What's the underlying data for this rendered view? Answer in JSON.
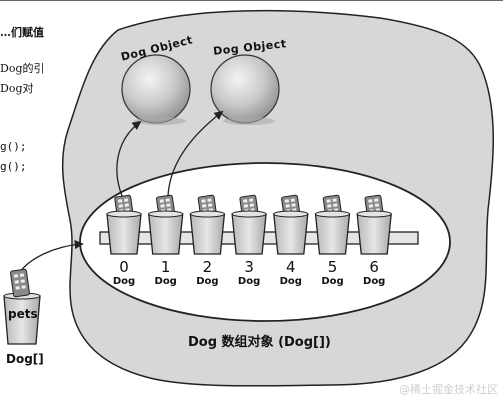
{
  "left_text": {
    "line1": "…们赋值",
    "line2": "Dog的引",
    "line3": "Dog对",
    "line4": "g();",
    "line5": "g();"
  },
  "dog_objects": [
    {
      "label": "Dog Object"
    },
    {
      "label": "Dog Object"
    }
  ],
  "array": {
    "caption": "Dog 数组对象 (Dog[])",
    "elements": [
      {
        "index": "0",
        "type": "Dog"
      },
      {
        "index": "1",
        "type": "Dog"
      },
      {
        "index": "2",
        "type": "Dog"
      },
      {
        "index": "3",
        "type": "Dog"
      },
      {
        "index": "4",
        "type": "Dog"
      },
      {
        "index": "5",
        "type": "Dog"
      },
      {
        "index": "6",
        "type": "Dog"
      }
    ]
  },
  "reference": {
    "name": "pets",
    "type": "Dog[]"
  },
  "watermark": "@稀土掘金技术社区",
  "colors": {
    "blob": "#d7d7d7",
    "ellipse": "#ffffff",
    "sphere_light": "#f2f2f2",
    "sphere_dark": "#9a9a9a",
    "cup": "#cfcfcf",
    "remote": "#8a8a8a",
    "stroke": "#222222"
  }
}
